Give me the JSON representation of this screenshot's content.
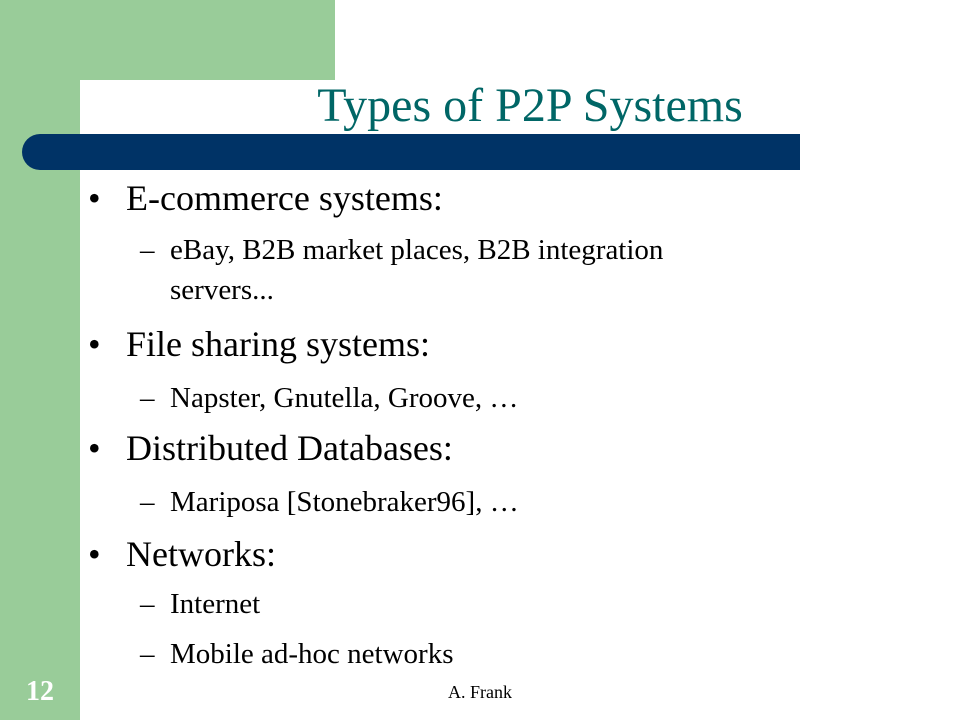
{
  "slide": {
    "title": "Types of P2P Systems",
    "page_number": "12",
    "footer": "A. Frank",
    "bullet_marker": "•",
    "sub_marker": "–",
    "bullets": [
      {
        "text": "E-commerce systems:",
        "subs": [
          "eBay, B2B market places, B2B integration",
          "servers..."
        ]
      },
      {
        "text": "File sharing systems:",
        "subs": [
          "Napster, Gnutella, Groove, …"
        ]
      },
      {
        "text": "Distributed Databases:",
        "subs": [
          "Mariposa [Stonebraker96], …"
        ]
      },
      {
        "text": "Networks:",
        "subs": [
          "Internet",
          "Mobile ad-hoc networks"
        ]
      }
    ]
  },
  "colors": {
    "green": "#99cc99",
    "navy": "#003366",
    "title": "#006666"
  }
}
